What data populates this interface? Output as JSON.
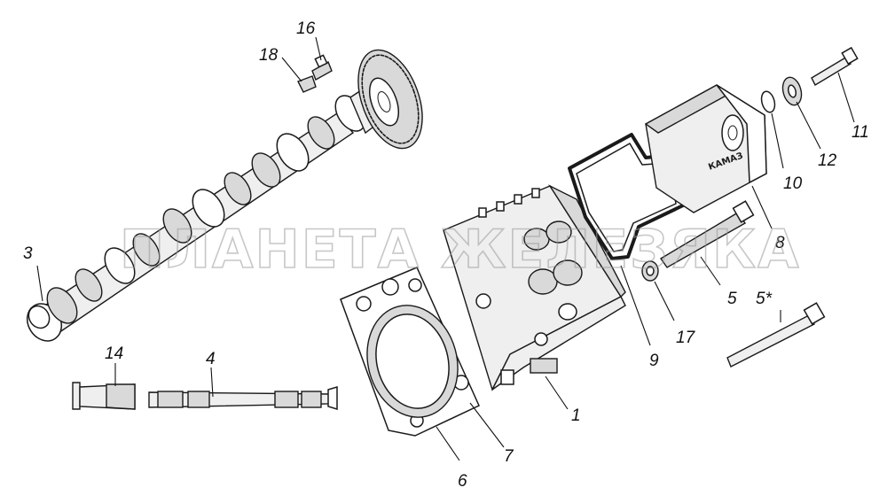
{
  "watermark": "ПЛАНЕТА ЖЕЛЕЗЯКА",
  "brand_on_cover": "КАМАЗ",
  "callouts": [
    "1",
    "3",
    "4",
    "5",
    "5*",
    "6",
    "7",
    "8",
    "9",
    "10",
    "11",
    "12",
    "14",
    "16",
    "17",
    "18"
  ],
  "labels": {
    "l1": "1",
    "l3": "3",
    "l4": "4",
    "l5": "5",
    "l5s": "5*",
    "l6": "6",
    "l7": "7",
    "l8": "8",
    "l9": "9",
    "l10": "10",
    "l11": "11",
    "l12": "12",
    "l14": "14",
    "l16": "16",
    "l17": "17",
    "l18": "18"
  }
}
